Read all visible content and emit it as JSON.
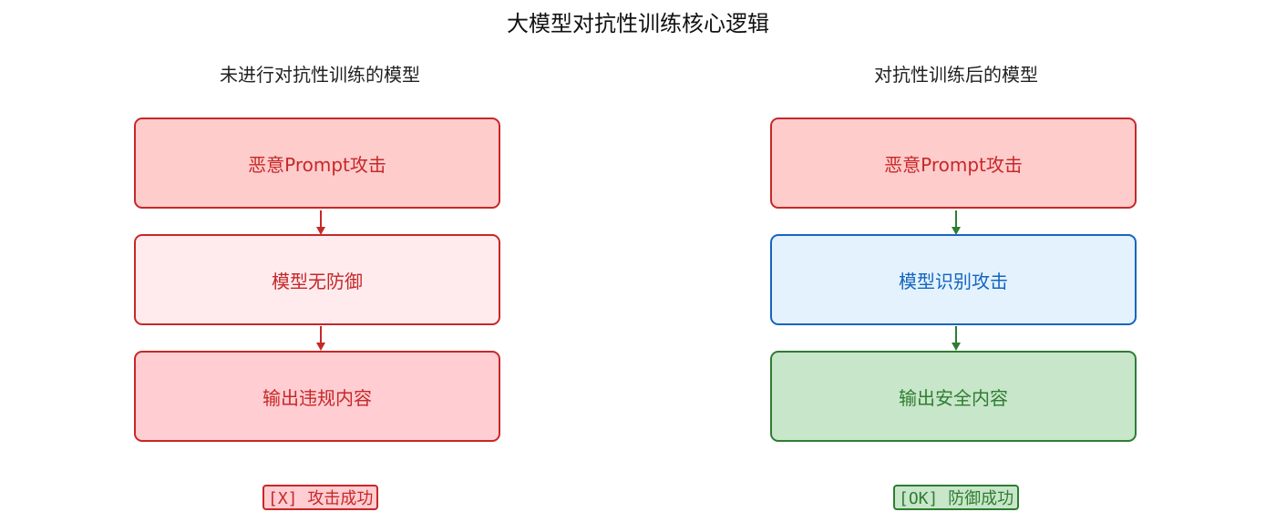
{
  "title": "大模型对抗性训练核心逻辑",
  "left": {
    "heading": "未进行对抗性训练的模型",
    "steps": [
      "恶意Prompt攻击",
      "模型无防御",
      "输出违规内容"
    ],
    "result": "[X] 攻击成功"
  },
  "right": {
    "heading": "对抗性训练后的模型",
    "steps": [
      "恶意Prompt攻击",
      "模型识别攻击",
      "输出安全内容"
    ],
    "result": "[OK] 防御成功"
  },
  "colors": {
    "danger": "#c62828",
    "danger_fill": "#ffcccc",
    "info": "#1565c0",
    "info_fill": "#e3f2fd",
    "success": "#2e7d32",
    "success_fill": "#c8e6c9"
  }
}
